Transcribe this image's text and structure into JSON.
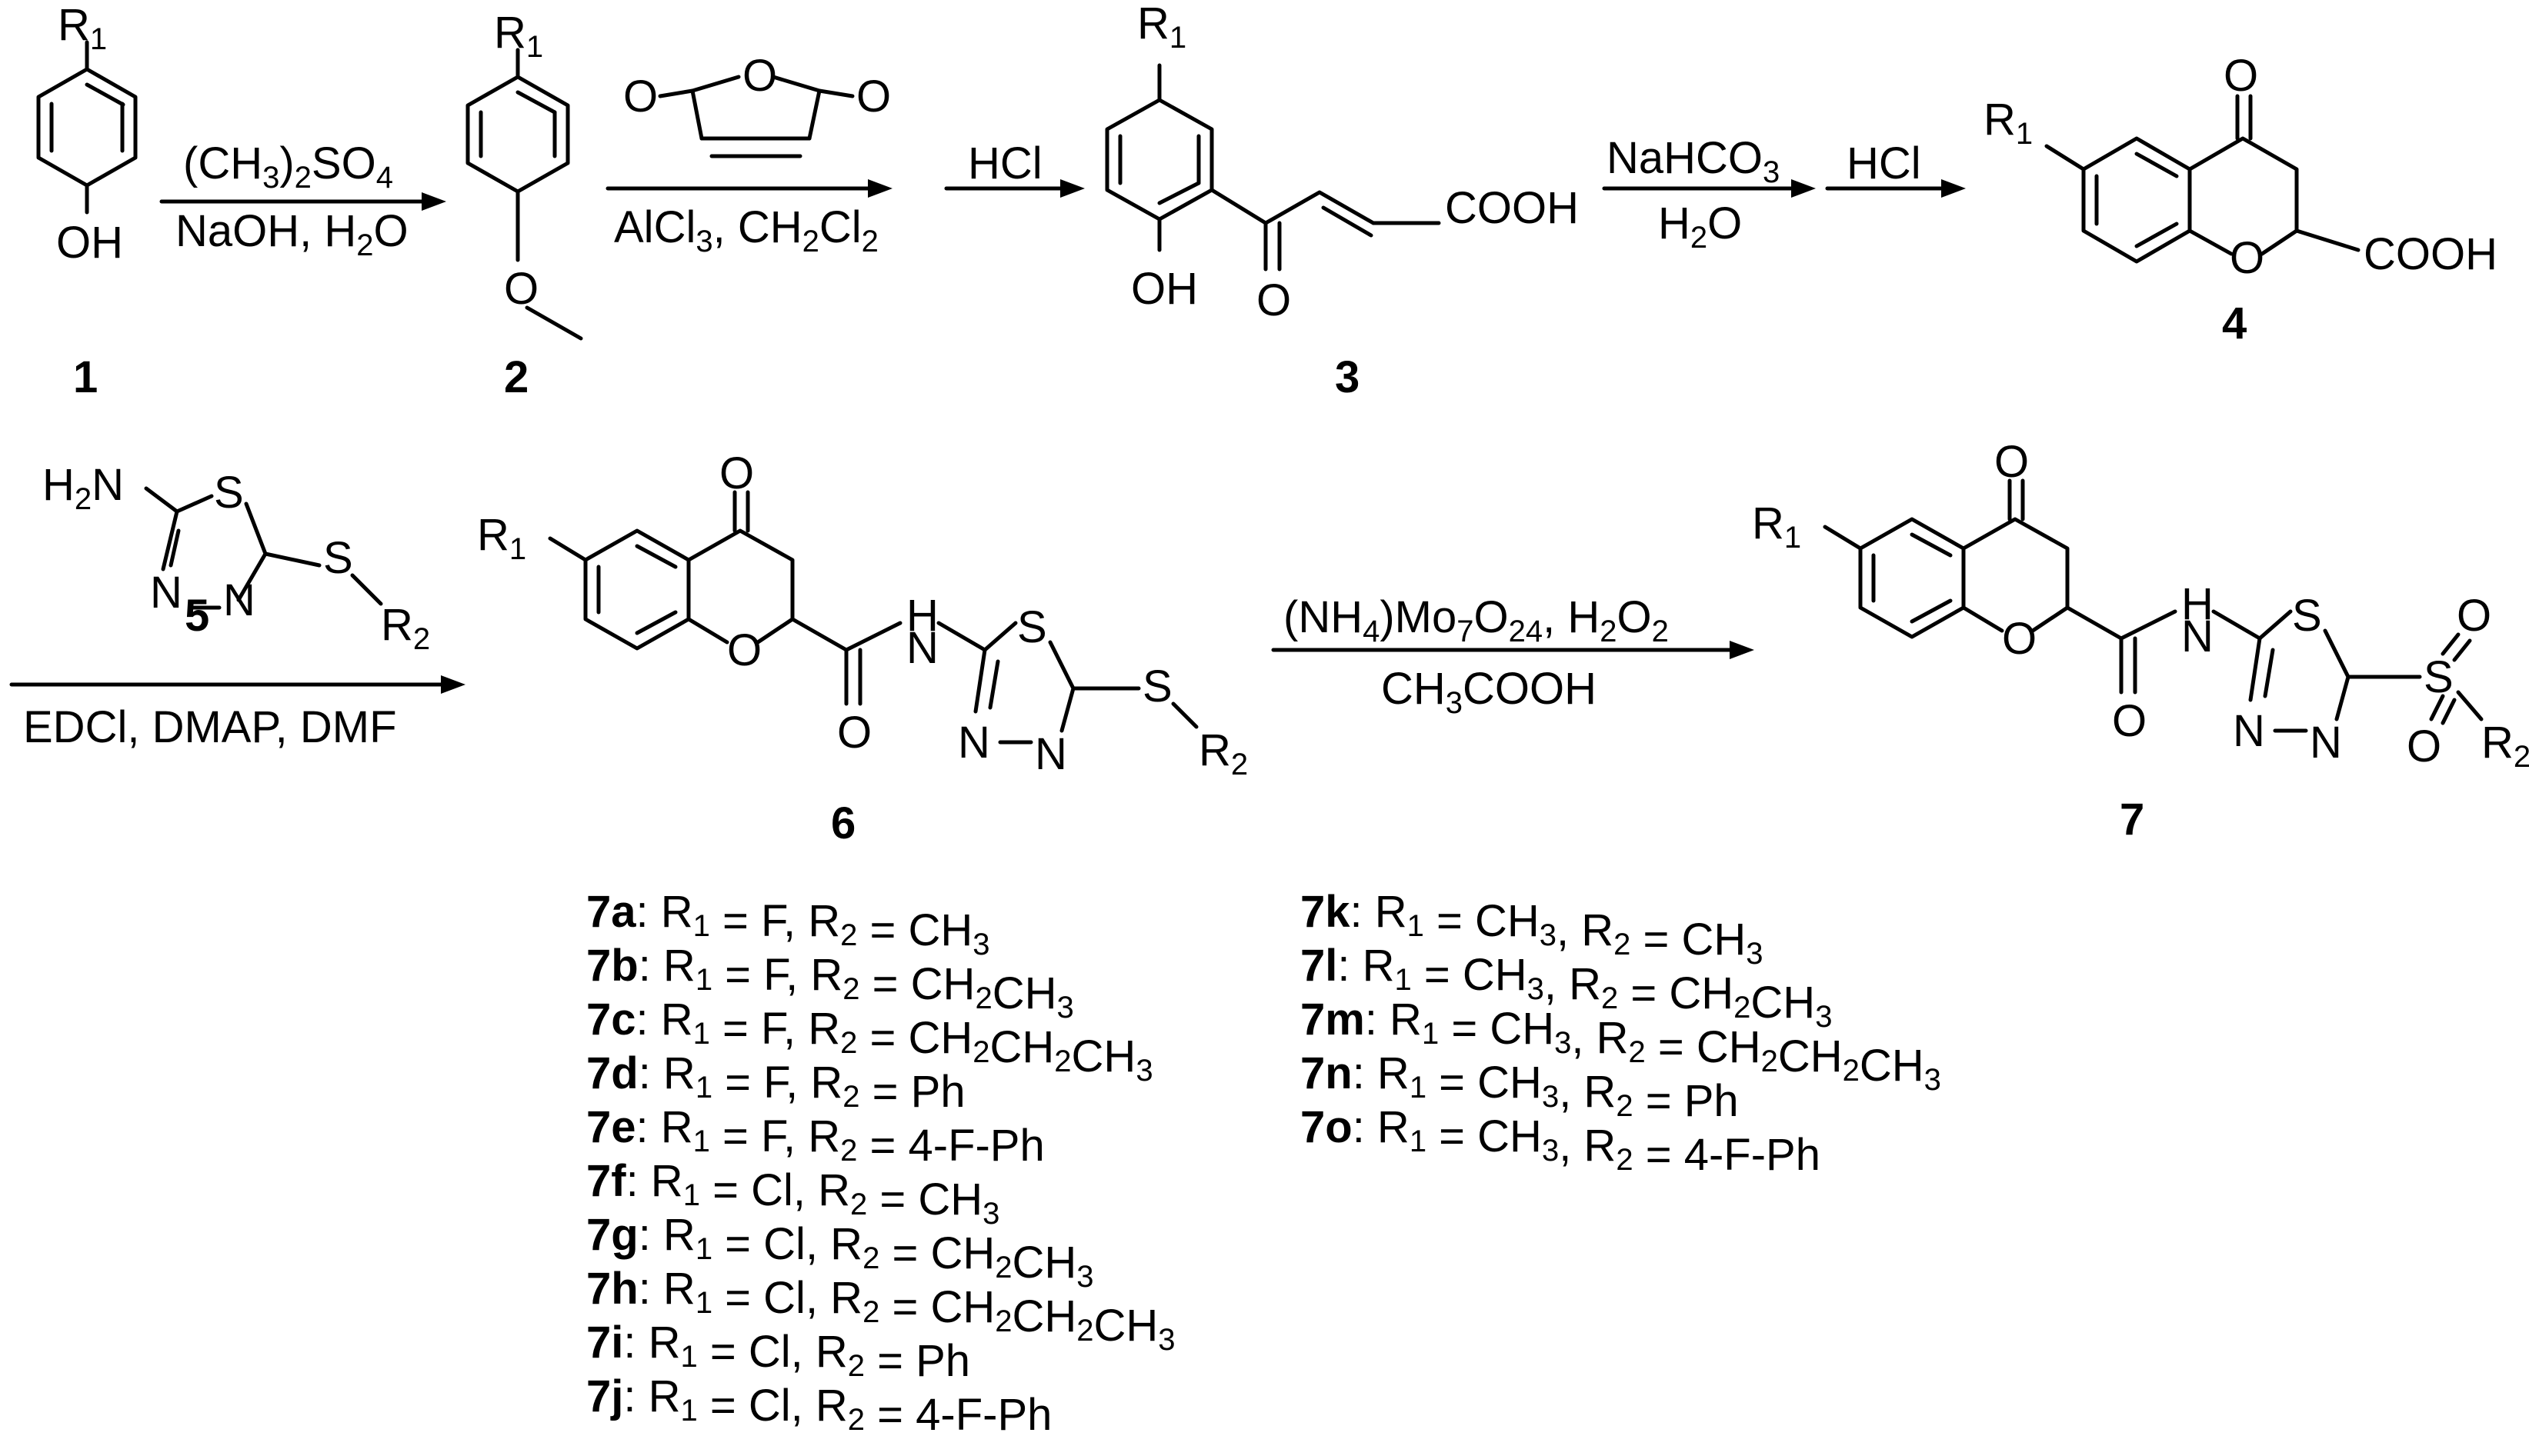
{
  "compounds": {
    "c1": "1",
    "c2": "2",
    "c3": "3",
    "c4": "4",
    "c5": "5",
    "c6": "6",
    "c7": "7"
  },
  "atoms": {
    "R": "R",
    "one": "1",
    "two": "2",
    "OH": "OH",
    "O": "O",
    "N": "N",
    "S": "S",
    "H": "H",
    "COOH": "COOH",
    "H2N_H": "H",
    "H2N_2": "2",
    "H2N_N": "N"
  },
  "reagents": {
    "step1_top_a": "(CH",
    "step1_top_b": "3",
    "step1_top_c": ")",
    "step1_top_d": "2",
    "step1_top_e": "SO",
    "step1_top_f": "4",
    "step1_bot_a": "NaOH, H",
    "step1_bot_b": "2",
    "step1_bot_c": "O",
    "step2_bot_a": "AlCl",
    "step2_bot_b": "3",
    "step2_bot_c": ", CH",
    "step2_bot_d": "2",
    "step2_bot_e": "Cl",
    "step2_bot_f": "2",
    "step2b_top": "HCl",
    "step3_top_a": "NaHCO",
    "step3_top_b": "3",
    "step3_bot_a": "H",
    "step3_bot_b": "2",
    "step3_bot_c": "O",
    "step3b_top": "HCl",
    "step4_bot": "EDCl, DMAP, DMF",
    "step5_top_a": "(NH",
    "step5_top_b": "4",
    "step5_top_c": ")Mo",
    "step5_top_d": "7",
    "step5_top_e": "O",
    "step5_top_f": "24",
    "step5_top_g": ", H",
    "step5_top_h": "2",
    "step5_top_i": "O",
    "step5_top_j": "2",
    "step5_bot": "CH3COOH",
    "step5_bot_a": "CH",
    "step5_bot_b": "3",
    "step5_bot_c": "COOH"
  },
  "table_left": [
    {
      "id": "7a",
      "r1": "F",
      "r2": "CH3"
    },
    {
      "id": "7b",
      "r1": "F",
      "r2": "CH2CH3"
    },
    {
      "id": "7c",
      "r1": "F",
      "r2": "CH2CH2CH3"
    },
    {
      "id": "7d",
      "r1": "F",
      "r2": "Ph"
    },
    {
      "id": "7e",
      "r1": "F",
      "r2": "4-F-Ph"
    },
    {
      "id": "7f",
      "r1": "Cl",
      "r2": "CH3"
    },
    {
      "id": "7g",
      "r1": "Cl",
      "r2": "CH2CH3"
    },
    {
      "id": "7h",
      "r1": "Cl",
      "r2": "CH2CH2CH3"
    },
    {
      "id": "7i",
      "r1": "Cl",
      "r2": "Ph"
    },
    {
      "id": "7j",
      "r1": "Cl",
      "r2": "4-F-Ph"
    }
  ],
  "table_right": [
    {
      "id": "7k",
      "r1": "CH3",
      "r2": "CH3"
    },
    {
      "id": "7l",
      "r1": "CH3",
      "r2": "CH2CH3"
    },
    {
      "id": "7m",
      "r1": "CH3",
      "r2": "CH2CH2CH3"
    },
    {
      "id": "7n",
      "r1": "CH3",
      "r2": "Ph"
    },
    {
      "id": "7o",
      "r1": "CH3",
      "r2": "4-F-Ph"
    }
  ]
}
